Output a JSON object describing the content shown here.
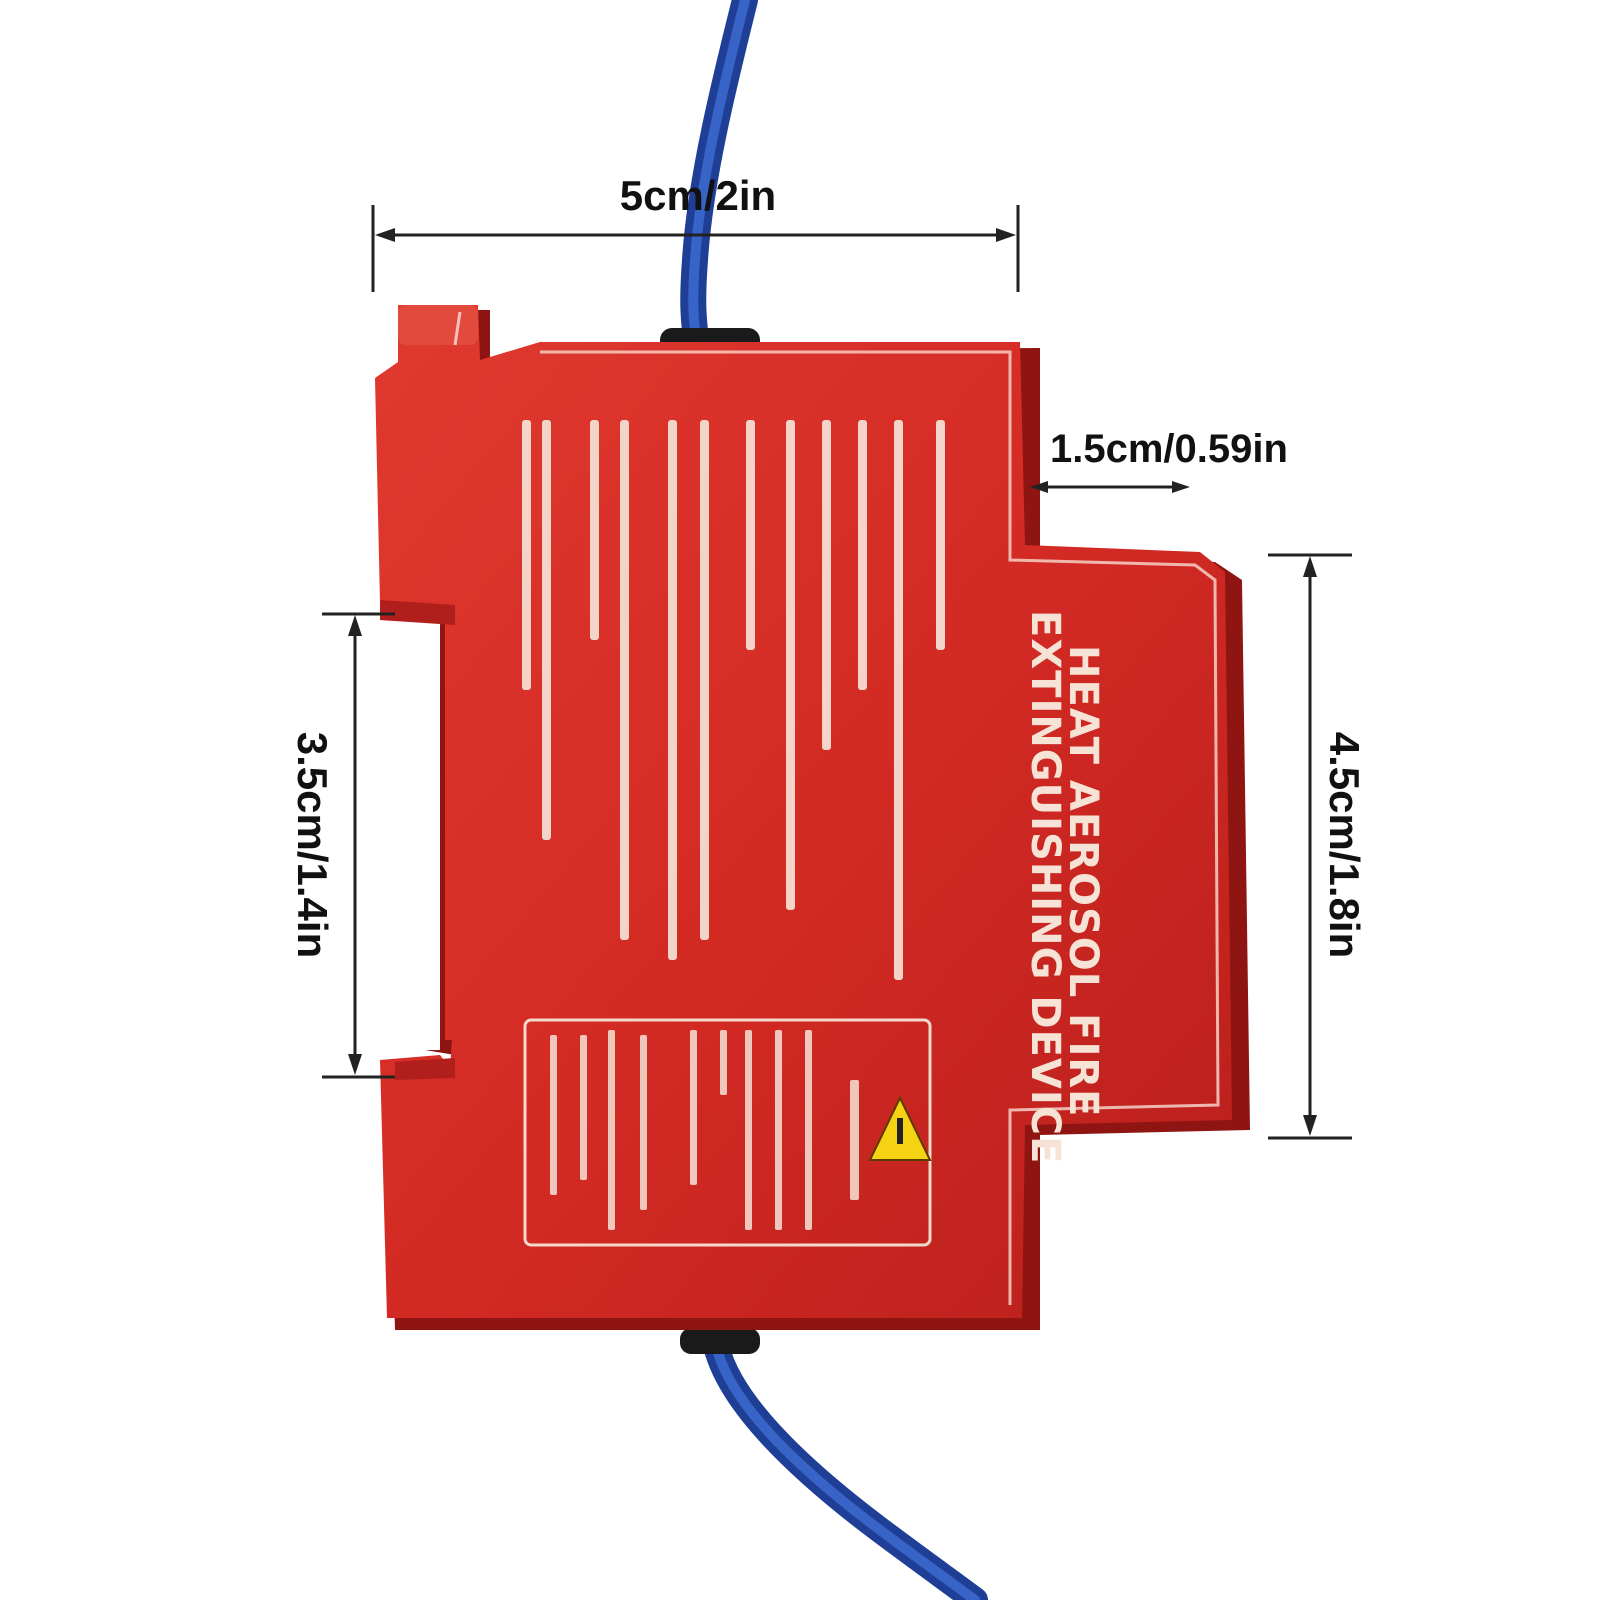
{
  "dimensions": {
    "width_label": "5cm/2in",
    "depth_label": "1.5cm/0.59in",
    "rail_height_label": "3.5cm/1.4in",
    "body_height_label": "4.5cm/1.8in"
  },
  "device": {
    "title_line1": "HEAT AEROSOL FIRE",
    "title_line2": "EXTINGUISHING DEVICE",
    "warning_icon": "warning-triangle-icon"
  },
  "colors": {
    "body": "#d42a24",
    "body_shadow": "#a81a18",
    "cable": "#2f58b8",
    "label_text": "#f6e3d6",
    "warning": "#f5d312"
  }
}
